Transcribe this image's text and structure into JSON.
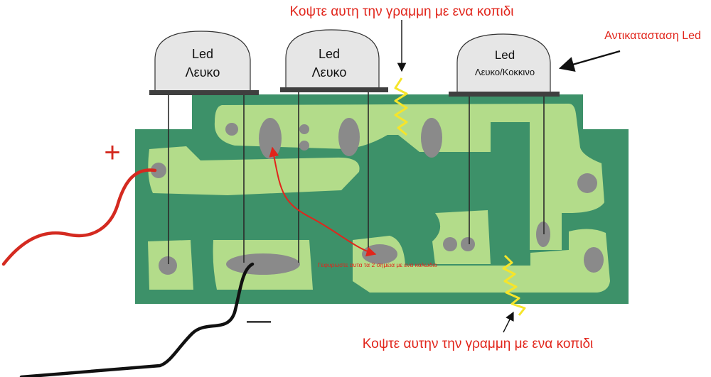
{
  "annotations": {
    "cut_top": "Κοψτε αυτη την γραμμη με ενα κοπιδι",
    "replace_led": "Αντικατασταση Led",
    "cut_bottom": "Κοψτε αυτην την γραμμη με ενα κοπιδι",
    "bridge": "Γεφυρωστε αυτα τα 2 σημεια με ενα καλωδιο",
    "plus": "+",
    "minus": "—"
  },
  "leds": [
    {
      "name": "Led",
      "color": "Λευκο"
    },
    {
      "name": "Led",
      "color": "Λευκο"
    },
    {
      "name": "Led",
      "color": "Λευκο/Κοκκινο"
    }
  ],
  "colors": {
    "board": "#3d9169",
    "trace": "#b3dc8a",
    "pad": "#8a8a8a",
    "annotation": "#e1251b",
    "cut": "#f6e52a",
    "led_dome": "#e6e6e6",
    "wire_positive": "#d42a20",
    "wire_negative": "#111111"
  }
}
